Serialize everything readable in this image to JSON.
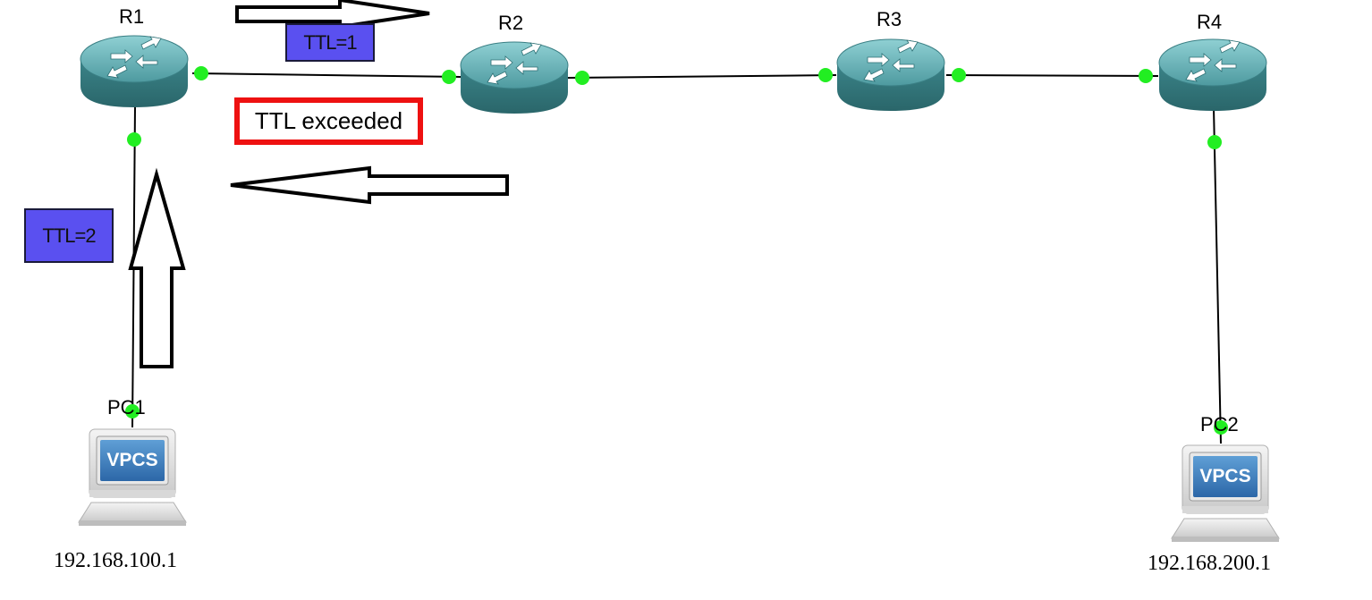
{
  "nodes": {
    "r1": {
      "label": "R1"
    },
    "r2": {
      "label": "R2"
    },
    "r3": {
      "label": "R3"
    },
    "r4": {
      "label": "R4"
    },
    "pc1": {
      "label": "PC1",
      "ip": "192.168.100.1",
      "badge": "VPCS"
    },
    "pc2": {
      "label": "PC2",
      "ip": "192.168.200.1",
      "badge": "VPCS"
    }
  },
  "annotations": {
    "ttl_1": "TTL=1",
    "ttl_2": "TTL=2",
    "ttl_exceeded": "TTL exceeded"
  },
  "colors": {
    "router_body": "#3e8a8f",
    "port_dot": "#22ee22",
    "ttl_box": "#5a50f0",
    "exceeded_border": "#ee1111"
  }
}
